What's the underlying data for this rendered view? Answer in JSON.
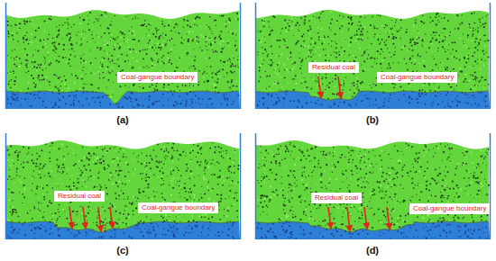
{
  "diagram": {
    "labels": [
      "Coal-gangue boundary",
      "(a)",
      "Residual coal",
      "Coal-gangue boundary",
      "(b)",
      "Residual coal",
      "Coal-gangue boundary",
      "(c)",
      "Residual coal",
      "Coal-gangue boundary",
      "(d)"
    ]
  }
}
